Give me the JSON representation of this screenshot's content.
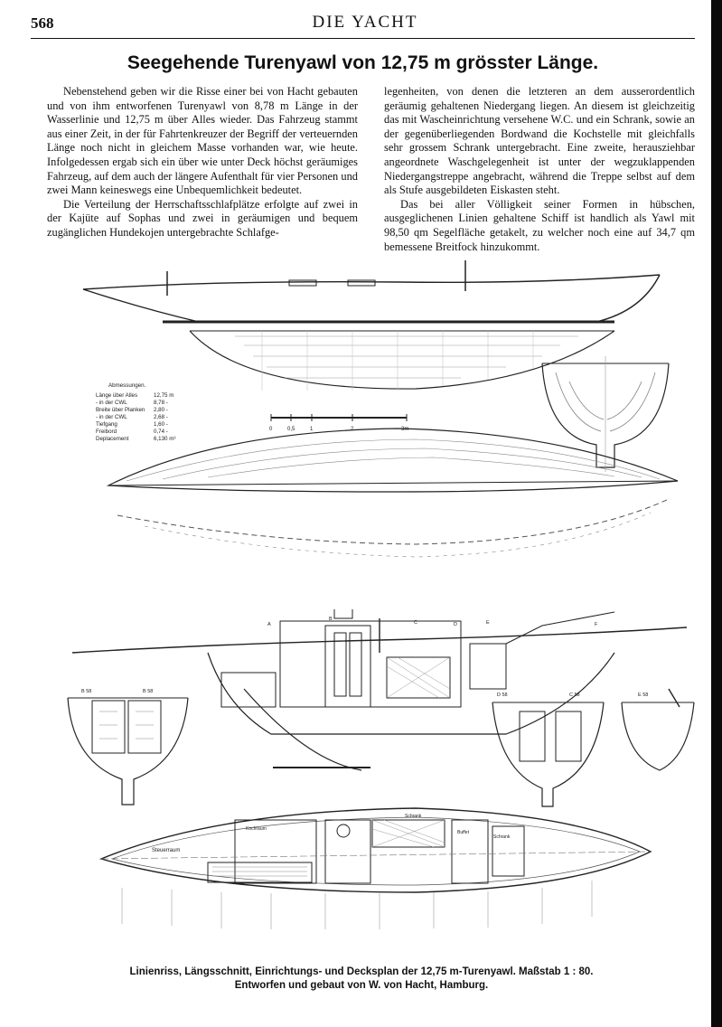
{
  "header": {
    "page_number": "568",
    "running_head": "DIE YACHT"
  },
  "article": {
    "title": "Seegehende Turenyawl von 12,75 m grösster Länge.",
    "left_paragraphs": [
      "Nebenstehend geben wir die Risse einer bei von Hacht gebauten und von ihm entworfenen Turenyawl von 8,78 m Länge in der Wasserlinie und 12,75 m über Alles wieder. Das Fahrzeug stammt aus einer Zeit, in der für Fahrtenkreuzer der Begriff der verteuernden Länge noch nicht in gleichem Masse vorhanden war, wie heute. Infolgedessen ergab sich ein über wie unter Deck höchst geräumiges Fahrzeug, auf dem auch der längere Aufenthalt für vier Personen und zwei Mann keineswegs eine Unbequemlichkeit bedeutet.",
      "Die Verteilung der Herrschaftsschlafplätze erfolgte auf zwei in der Kajüte auf Sophas und zwei in geräumigen und bequem zugänglichen Hundekojen untergebrachte Schlafge-"
    ],
    "right_paragraphs": [
      "legenheiten, von denen die letzteren an dem ausserordentlich geräumig gehaltenen Niedergang liegen. An diesem ist gleichzeitig das mit Wascheinrichtung versehene W.C. und ein Schrank, sowie an der gegenüberliegenden Bordwand die Kochstelle mit gleichfalls sehr grossem Schrank untergebracht. Eine zweite, herausziehbar angeordnete Waschgelegenheit ist unter der wegzuklappenden Niedergangstreppe angebracht, während die Treppe selbst auf dem als Stufe ausgebildeten Eiskasten steht.",
      "Das bei aller Völligkeit seiner Formen in hübschen, ausgeglichenen Linien gehaltene Schiff ist handlich als Yawl mit 98,50 qm Segelfläche getakelt, zu welcher noch eine auf 34,7 qm bemessene Breitfock hinzukommt."
    ]
  },
  "dimensions": {
    "heading": "Abmessungen.",
    "rows": [
      {
        "label": "Länge über Alles",
        "value": "12,75 m"
      },
      {
        "label": "- in der CWL",
        "value": "8,78 -"
      },
      {
        "label": "Breite über Planken",
        "value": "2,80 -"
      },
      {
        "label": "- in der CWL",
        "value": "2,68 -"
      },
      {
        "label": "Tiefgang",
        "value": "1,60 -"
      },
      {
        "label": "Freibord",
        "value": "0,74 -"
      },
      {
        "label": "Deplacement",
        "value": "6,130 m³"
      }
    ]
  },
  "drawing_labels": {
    "scale_ticks": [
      "0",
      "0,5",
      "1",
      "2",
      "3m"
    ],
    "section_letters": [
      "A",
      "B",
      "C",
      "D",
      "E",
      "F"
    ],
    "section_tags": [
      "B 58",
      "B 58",
      "D 58",
      "C 58",
      "E 58"
    ],
    "plan_labels": [
      "Steuerraum",
      "Kochraum",
      "Schrank",
      "Schrank",
      "Buffet"
    ]
  },
  "caption": {
    "line1": "Linienriss, Längsschnitt, Einrichtungs- und Decksplan der 12,75 m-Turenyawl. Maßstab 1 : 80.",
    "line2": "Entworfen und gebaut von W. von Hacht, Hamburg."
  }
}
